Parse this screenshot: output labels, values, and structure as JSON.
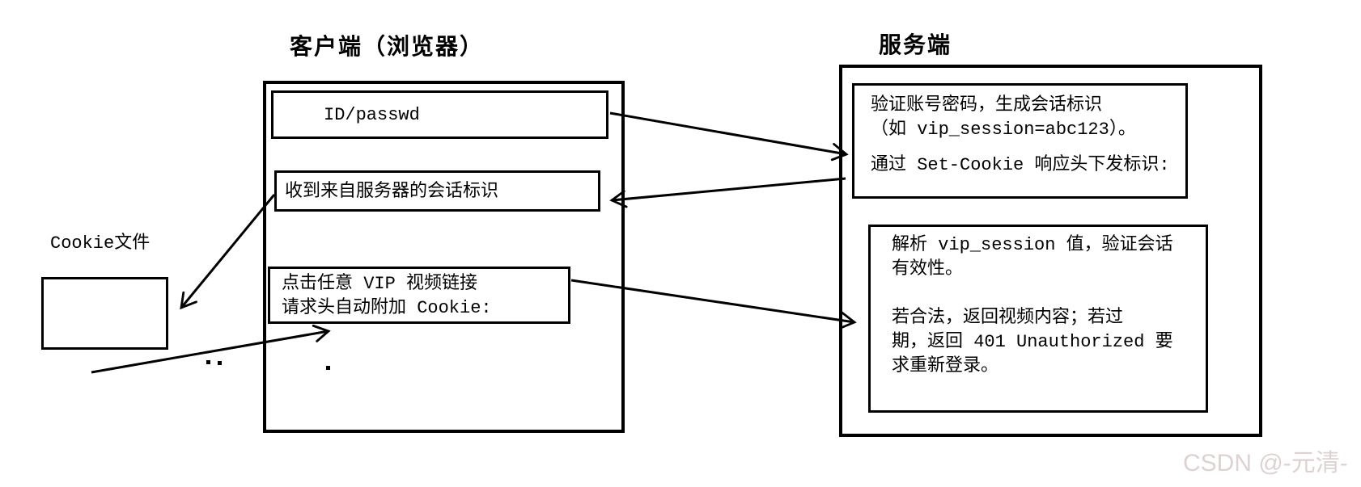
{
  "client": {
    "title": "客户端（浏览器）",
    "id_box": "ID/passwd",
    "session_box": "收到来自服务器的会话标识",
    "click_box": {
      "line1": "点击任意 VIP 视频链接",
      "line2": "请求头自动附加 Cookie:"
    }
  },
  "cookie_file": {
    "label": "Cookie文件"
  },
  "server": {
    "title": "服务端",
    "auth_box": {
      "line1": "验证账号密码，生成会话标识",
      "line2": "（如 vip_session=abc123）。",
      "line3": "通过 Set-Cookie 响应头下发标识:"
    },
    "validate_box": {
      "line1": "解析 vip_session 值，验证会话",
      "line2": "有效性。",
      "line3": "若合法，返回视频内容；若过",
      "line4": "期，返回 401 Unauthorized 要",
      "line5": "求重新登录。"
    }
  },
  "watermark": "CSDN @-元清-",
  "colors": {
    "stroke": "#000000",
    "background": "#ffffff",
    "watermark": "#dcd2d2"
  }
}
